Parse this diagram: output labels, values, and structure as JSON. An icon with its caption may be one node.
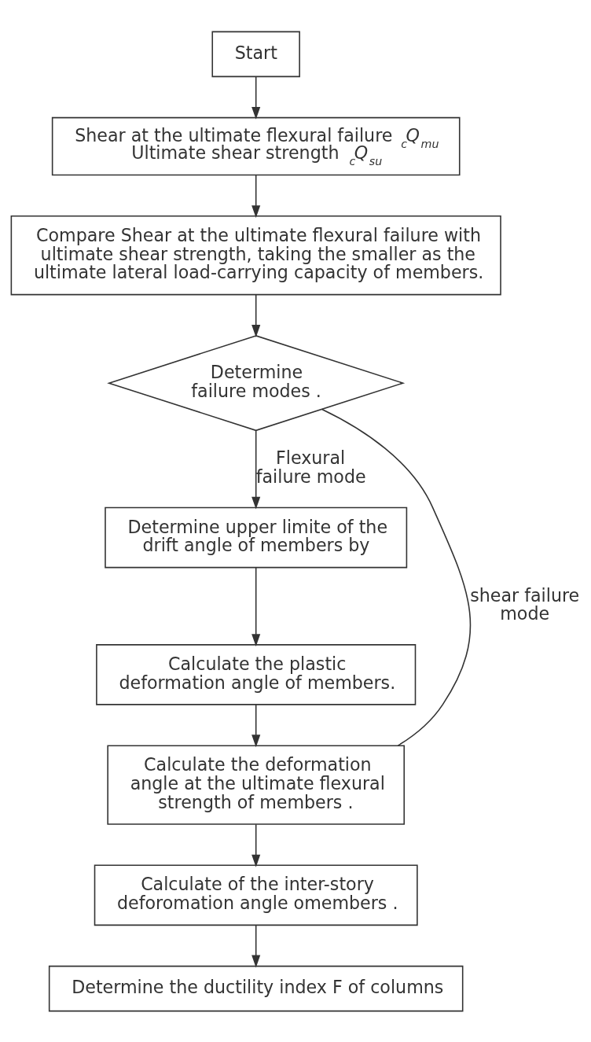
{
  "diagram": {
    "nodes": [
      {
        "text": [
          "Start"
        ]
      },
      {
        "text": [
          "Shear at the ultimate flexural failure $_{c}$*Q*$_{mu}$",
          "Ultimate shear strength $_{c}$*Q*$_{su}$"
        ]
      },
      {
        "text": [
          "Compare Shear at the ultimate flexural failure with ultimate shear strength, taking the smaller as the ultimate lateral load-carrying capacity of members."
        ]
      },
      {
        "text": [
          "Determine failure modes ."
        ]
      },
      {
        "text": [
          "Determine upper limite of the drift angle of members by"
        ]
      },
      {
        "text": [
          "Calculate the plastic deformation angle of members."
        ]
      },
      {
        "text": [
          "Calculate the deformation angle at the ultimate flexural strength of members ."
        ]
      },
      {
        "text": [
          "Calculate of the inter-story deforomation angle omembers ."
        ]
      },
      {
        "text": [
          "Determine the ductility index F of columns"
        ]
      }
    ],
    "edges": [
      {
        "from": 0,
        "to": 1,
        "arrow": "to"
      },
      {
        "from": 1,
        "to": 2,
        "arrow": "to"
      },
      {
        "from": 2,
        "to": 3,
        "arrow": "to"
      },
      {
        "from": 3,
        "to": 4,
        "arrow": "to",
        "label": "Flexural failure mode"
      },
      {
        "from": 4,
        "to": 5,
        "arrow": "to"
      },
      {
        "from": 5,
        "to": 6,
        "arrow": "to"
      },
      {
        "from": 3,
        "to": 6,
        "arrow": "none",
        "label": "shear failure mode"
      },
      {
        "from": 6,
        "to": 7,
        "arrow": "to"
      },
      {
        "from": 7,
        "to": 8,
        "arrow": "to"
      }
    ]
  }
}
